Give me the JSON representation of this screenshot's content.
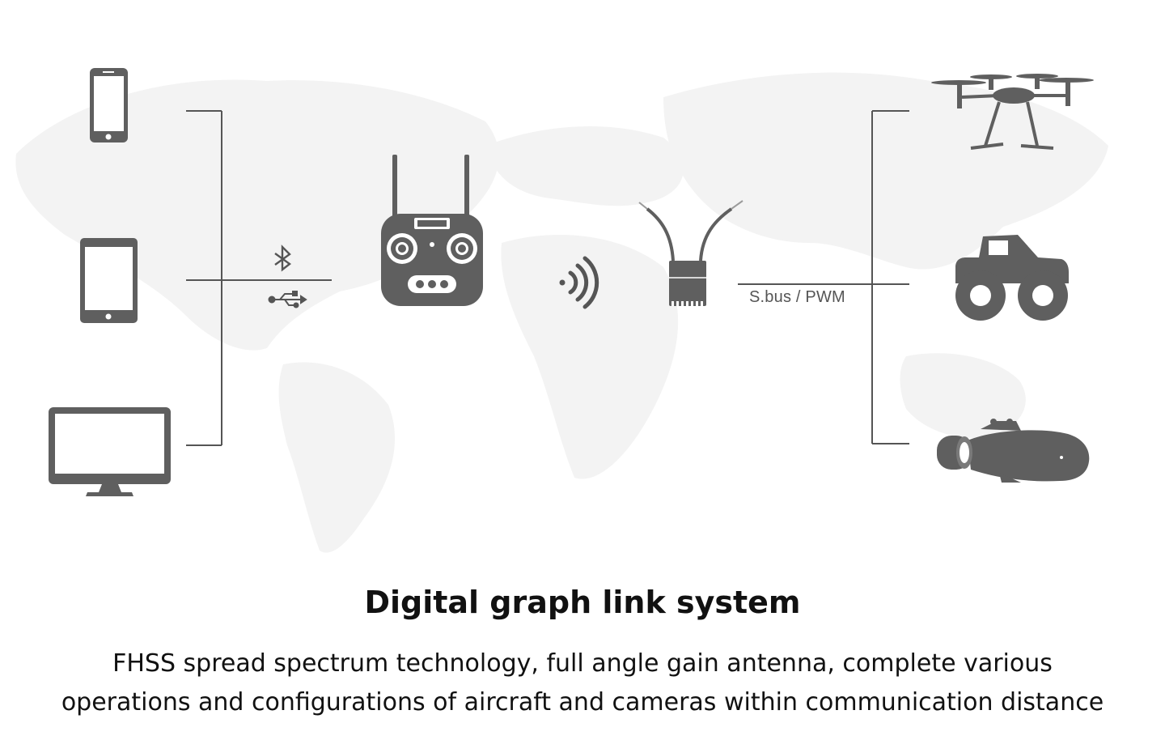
{
  "diagram": {
    "link_label": "S.bus / PWM",
    "input_devices": [
      "phone-icon",
      "tablet-icon",
      "monitor-icon"
    ],
    "connection_icons": [
      "bluetooth-icon",
      "usb-icon"
    ],
    "transmitter": "remote-controller-icon",
    "signal": "wireless-signal-icon",
    "receiver": "receiver-module-icon",
    "output_vehicles": [
      "drone-icon",
      "truck-icon",
      "submarine-icon"
    ],
    "colors": {
      "icon": "#5f5f5f",
      "line": "#555555",
      "map": "#f2f2f2"
    }
  },
  "caption": {
    "title": "Digital graph link system",
    "line1": "FHSS spread spectrum technology, full angle gain antenna, complete various",
    "line2": "operations and configurations of aircraft and cameras within communication distance"
  }
}
